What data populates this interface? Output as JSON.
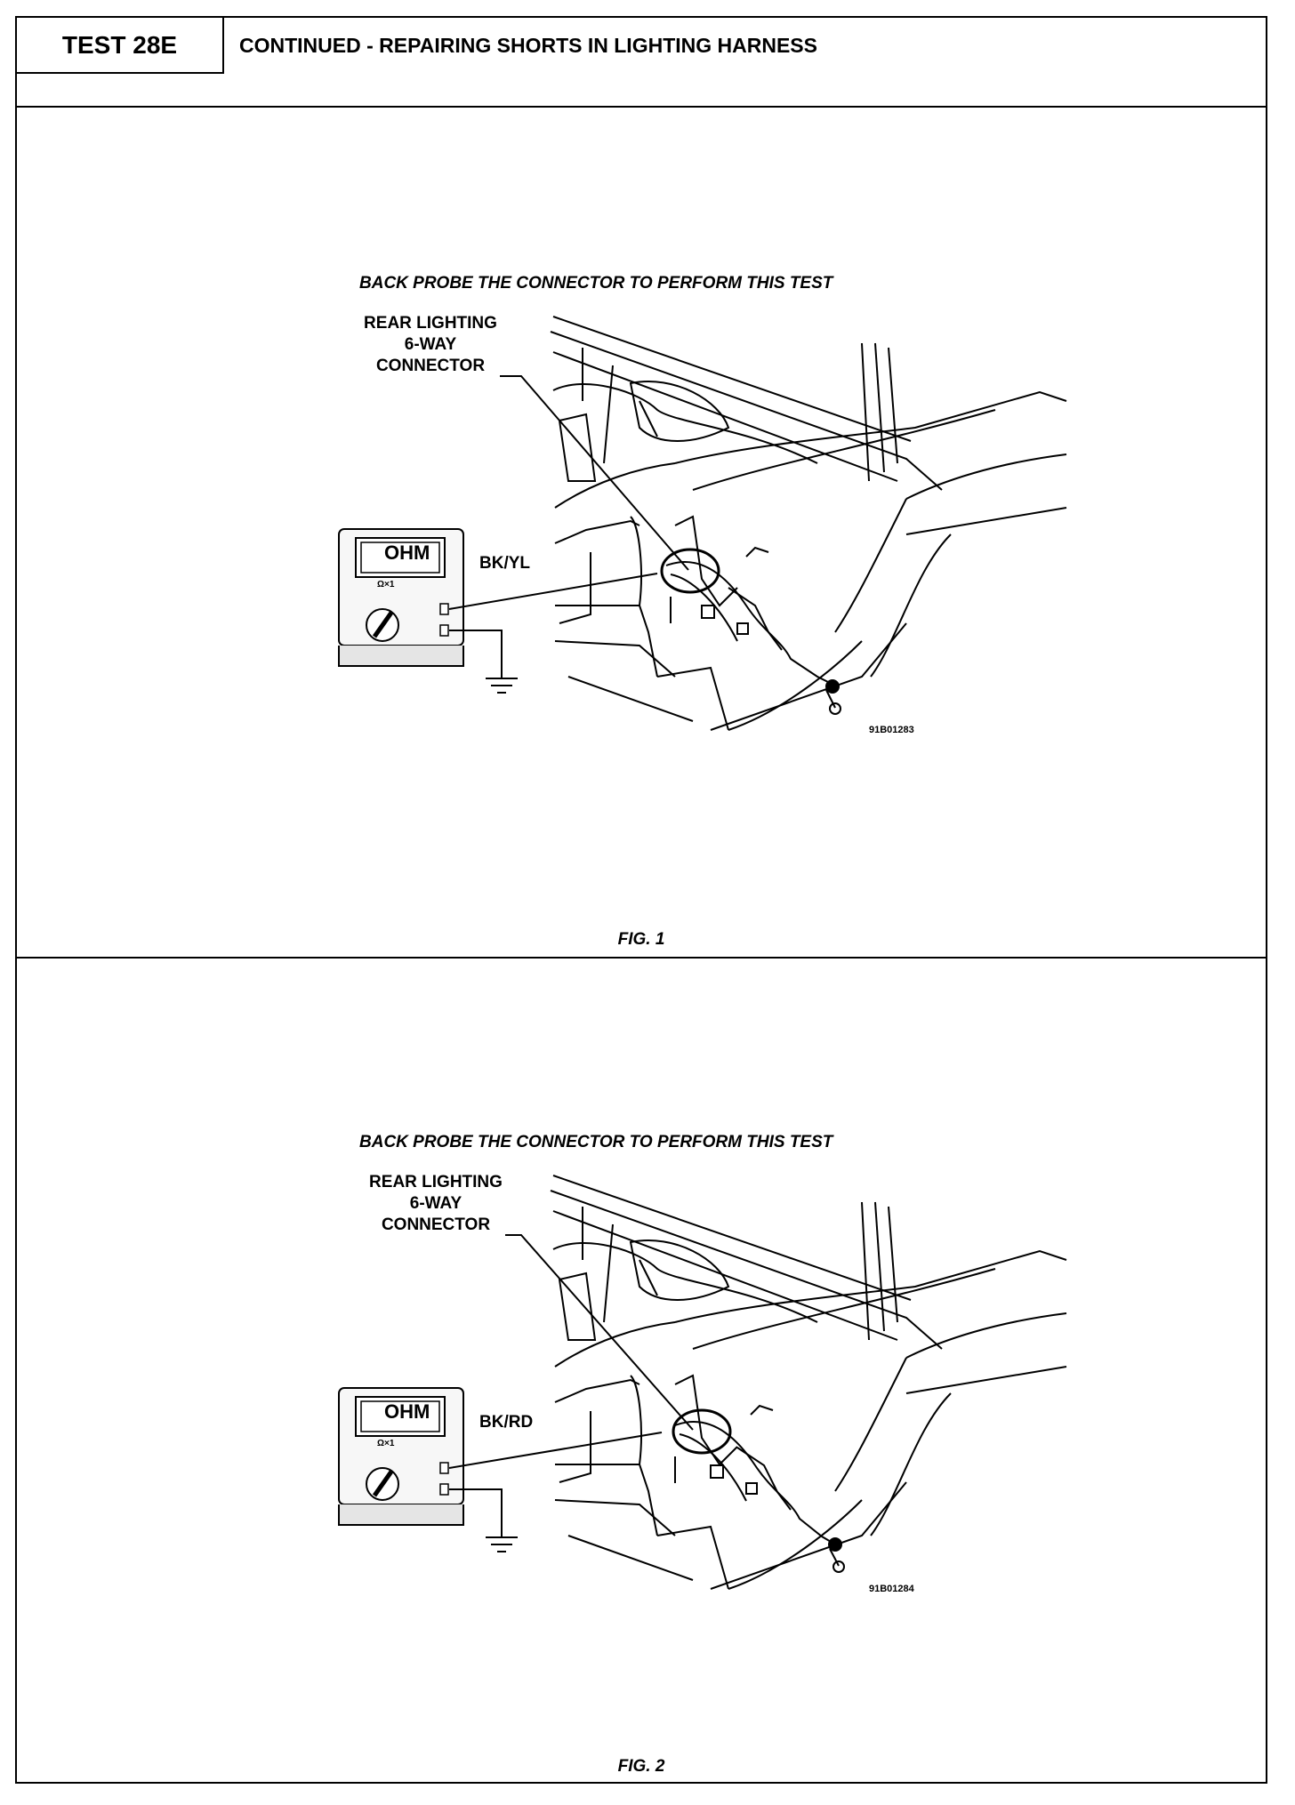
{
  "header": {
    "test_id": "TEST 28E",
    "title": "CONTINUED - REPAIRING SHORTS IN LIGHTING HARNESS"
  },
  "figures": [
    {
      "instruction": "BACK PROBE THE CONNECTOR TO PERFORM THIS TEST",
      "connector_label_lines": [
        "REAR LIGHTING",
        "6-WAY",
        "CONNECTOR"
      ],
      "wire_label": "BK/YL",
      "meter_display": "OHM",
      "meter_range": "Ω×1",
      "figure_number": "91B01283",
      "caption": "FIG. 1"
    },
    {
      "instruction": "BACK PROBE THE CONNECTOR TO PERFORM THIS TEST",
      "connector_label_lines": [
        "REAR LIGHTING",
        "6-WAY",
        "CONNECTOR"
      ],
      "wire_label": "BK/RD",
      "meter_display": "OHM",
      "meter_range": "Ω×1",
      "figure_number": "91B01284",
      "caption": "FIG. 2"
    }
  ]
}
